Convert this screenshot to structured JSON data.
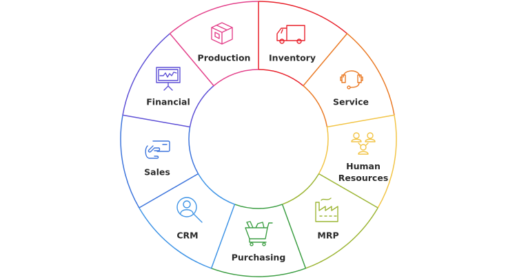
{
  "segments": [
    {
      "key": "inventory",
      "label": "Inventory",
      "icon": "truck-icon",
      "color": "#e8202a"
    },
    {
      "key": "service",
      "label": "Service",
      "icon": "headset-icon",
      "color": "#ea7a25"
    },
    {
      "key": "hr",
      "label": "Human Resources",
      "label_line1": "Human",
      "label_line2": "Resources",
      "icon": "people-network-icon",
      "color": "#f2c445"
    },
    {
      "key": "mrp",
      "label": "MRP",
      "icon": "factory-icon",
      "color": "#9cb534"
    },
    {
      "key": "purchasing",
      "label": "Purchasing",
      "icon": "shopping-cart-icon",
      "color": "#3c9e43"
    },
    {
      "key": "crm",
      "label": "CRM",
      "icon": "person-search-icon",
      "color": "#3f94e6"
    },
    {
      "key": "sales",
      "label": "Sales",
      "icon": "hand-card-icon",
      "color": "#3c74dc"
    },
    {
      "key": "financial",
      "label": "Financial",
      "icon": "chart-presentation-icon",
      "color": "#5d4fd6"
    },
    {
      "key": "production",
      "label": "Production",
      "icon": "box-icon",
      "color": "#e3408a"
    }
  ]
}
